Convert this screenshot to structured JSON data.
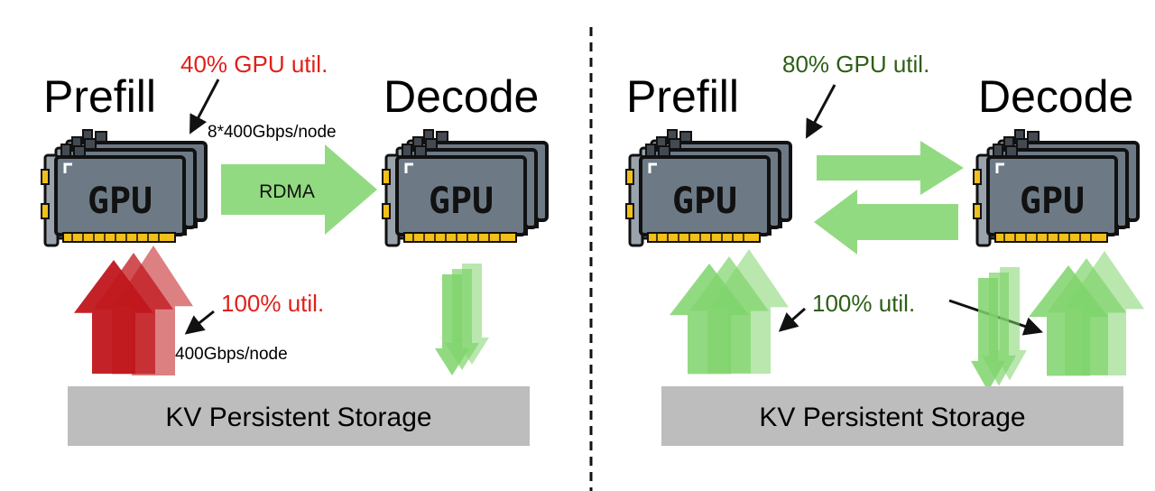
{
  "colors": {
    "red_text": "#e0201b",
    "green_text": "#2d5e16",
    "red_arrow": "#c0171c",
    "green_arrow": "#7fd36b",
    "storage": "#bdbdbd",
    "gpu_body": "#6d7a86",
    "gpu_pins": "#f2c01a"
  },
  "left": {
    "prefill_label": "Prefill",
    "decode_label": "Decode",
    "gpu_label": "GPU",
    "util_prefill": "40% GPU util.",
    "bandwidth_rdma": "8*400Gbps/node",
    "rdma_label": "RDMA",
    "util_storage": "100% util.",
    "bandwidth_storage": "400Gbps/node",
    "storage_label": "KV Persistent Storage"
  },
  "right": {
    "prefill_label": "Prefill",
    "decode_label": "Decode",
    "gpu_label": "GPU",
    "util_prefill": "80% GPU util.",
    "util_storage": "100% util.",
    "storage_label": "KV Persistent Storage"
  },
  "icons": {
    "gpu": "gpu-card-stack-icon",
    "arrow": "pointer-arrow-icon"
  }
}
